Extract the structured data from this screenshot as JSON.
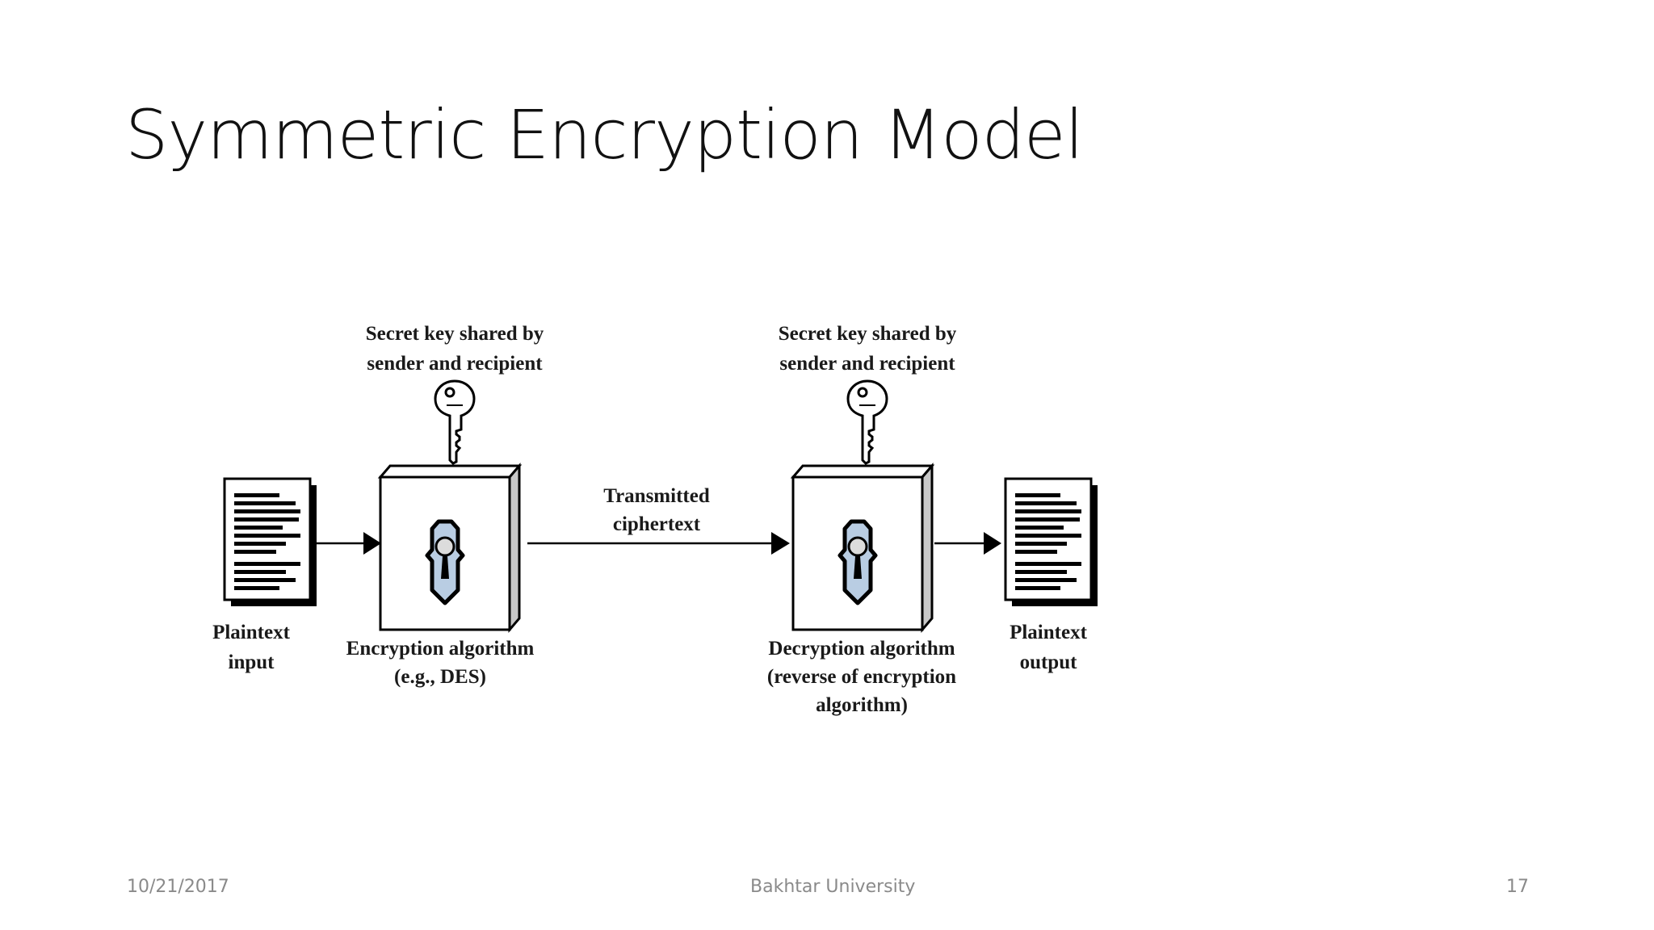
{
  "slide": {
    "title": "Symmetric Encryption Model",
    "footer": {
      "date": "10/21/2017",
      "organization": "Bakhtar University",
      "page_number": "17"
    }
  },
  "diagram": {
    "key_labels": [
      [
        "Secret key shared by",
        "sender and recipient"
      ],
      [
        "Secret key shared by",
        "sender and recipient"
      ]
    ],
    "plaintext_input": [
      "Plaintext",
      "input"
    ],
    "encryption_algorithm": [
      "Encryption algorithm",
      "(e.g., DES)"
    ],
    "transmitted_ciphertext": [
      "Transmitted",
      "ciphertext"
    ],
    "decryption_algorithm": [
      "Decryption algorithm",
      "(reverse of encryption",
      "algorithm)"
    ],
    "plaintext_output": [
      "Plaintext",
      "output"
    ],
    "icons": [
      "document-icon",
      "key-icon",
      "lock-box-icon",
      "arrow-icon"
    ],
    "colors": {
      "lock_fill": "#b9cde3",
      "box_side": "#c8c8c8",
      "ink": "#000000"
    }
  }
}
